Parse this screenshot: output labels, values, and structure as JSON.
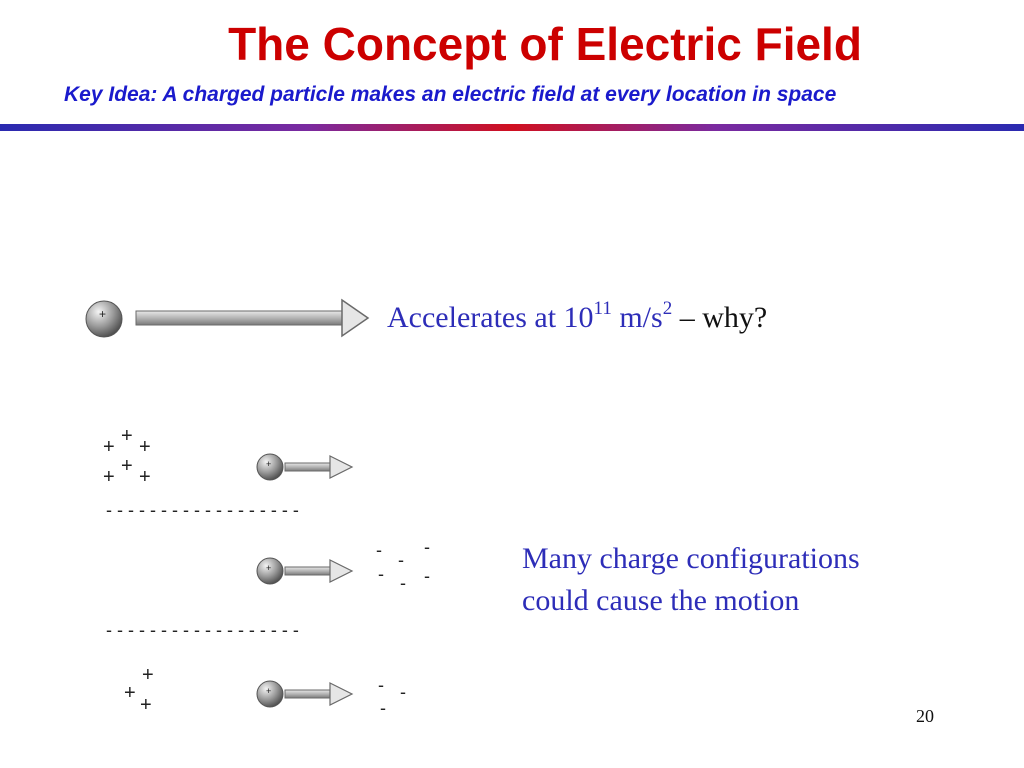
{
  "slide": {
    "title": "The Concept of Electric Field",
    "subtitle": "Key Idea: A charged particle makes an electric field at every location in space",
    "accel": {
      "prefix": "Accelerates at 10",
      "exp1": "11",
      "mid": " m/s",
      "exp2": "2",
      "dash": " – ",
      "question": "why?"
    },
    "many_line1": "Many charge configurations",
    "many_line2": "could cause the motion",
    "page_number": "20"
  },
  "symbols": {
    "particle_sign": "+",
    "plus": "+",
    "minus": "-",
    "separator": "- - - - - - - - - - - - - - - - - -"
  },
  "colors": {
    "title": "#cc0000",
    "subtitle": "#1a1acc",
    "body_text": "#2d2db8",
    "question": "#111111"
  }
}
